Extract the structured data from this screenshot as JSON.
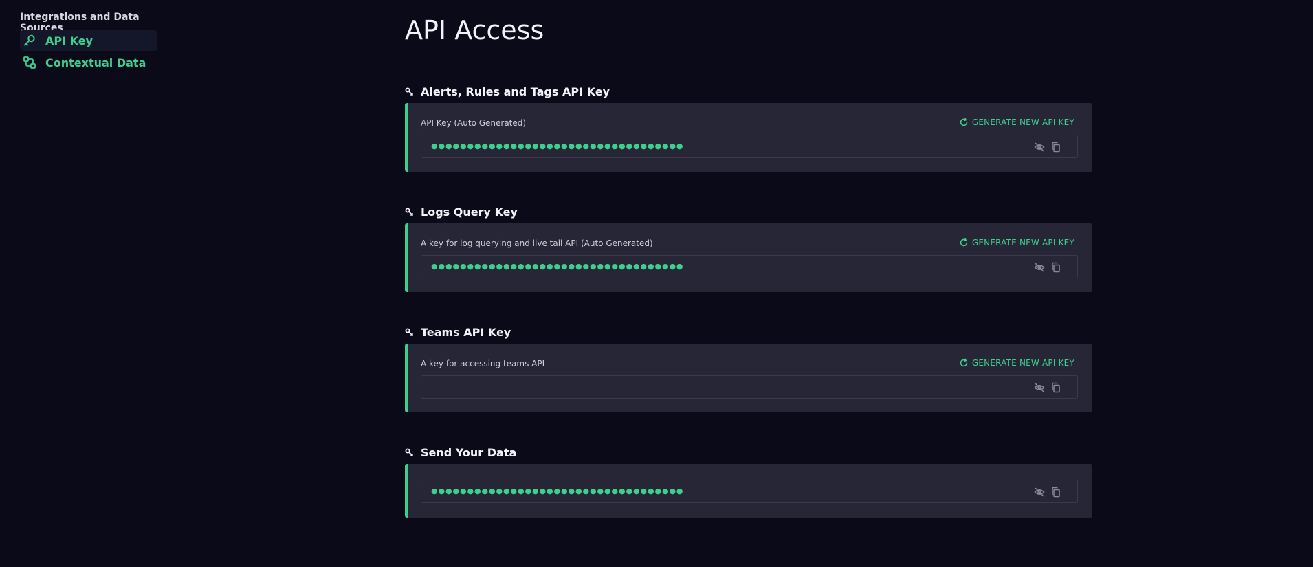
{
  "sidebar": {
    "heading": "Integrations and Data Sources",
    "items": [
      {
        "label": "API Key",
        "icon": "key-icon",
        "active": true
      },
      {
        "label": "Contextual Data",
        "icon": "data-sources-icon",
        "active": false
      }
    ]
  },
  "page": {
    "title": "API Access"
  },
  "sections": [
    {
      "title": "Alerts, Rules and Tags API Key",
      "label": "API Key (Auto Generated)",
      "generate_label": "GENERATE NEW API KEY",
      "masked_value": "●●●●●●●●●●●●●●●●●●●●●●●●●●●●●●●●●●●"
    },
    {
      "title": "Logs Query Key",
      "label": "A key for log querying and live tail API (Auto Generated)",
      "generate_label": "GENERATE NEW API KEY",
      "masked_value": "●●●●●●●●●●●●●●●●●●●●●●●●●●●●●●●●●●●"
    },
    {
      "title": "Teams API Key",
      "label": "A key for accessing teams API",
      "generate_label": "GENERATE NEW API KEY",
      "masked_value": ""
    },
    {
      "title": "Send Your Data",
      "masked_value": "●●●●●●●●●●●●●●●●●●●●●●●●●●●●●●●●●●●"
    }
  ],
  "colors": {
    "accent": "#3ecf8e",
    "background": "#0b0a19",
    "card": "#262636",
    "icon_muted": "#8a8a9e"
  }
}
